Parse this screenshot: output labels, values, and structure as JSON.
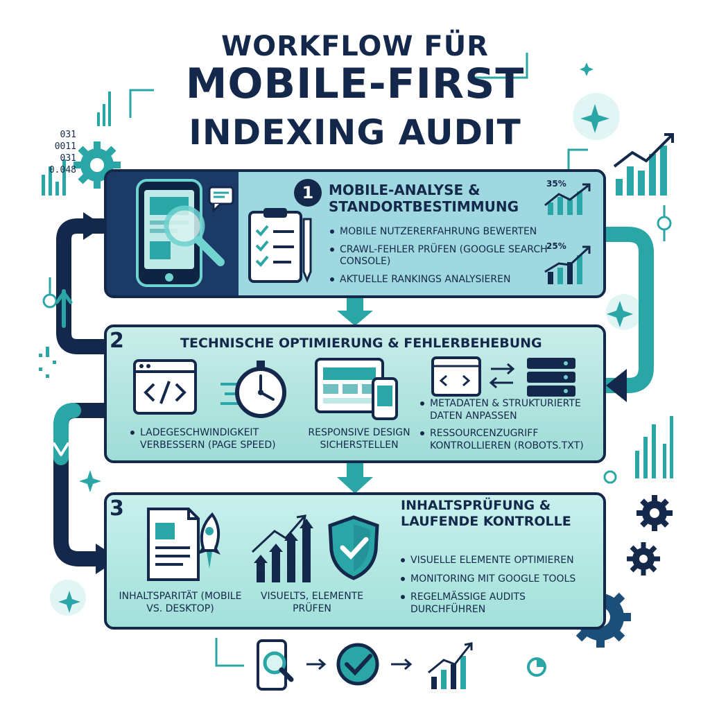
{
  "title": {
    "line1": "WORKFLOW FÜR",
    "line2": "MOBILE-FIRST",
    "line3": "INDEXING AUDIT"
  },
  "decor": {
    "binary": [
      "031",
      "0011",
      "031",
      "0.048"
    ]
  },
  "steps": [
    {
      "number": "1",
      "heading": "MOBILE-ANALYSE & STANDORTBESTIMMUNG",
      "bullets": [
        "MOBILE NUTZERERFAHRUNG BEWERTEN",
        "CRAWL-FEHLER PRÜFEN (GOOGLE SEARCH CONSOLE)",
        "AKTUELLE RANKINGS ANALYSIEREN"
      ],
      "chart_labels": [
        "35%",
        "25%"
      ]
    },
    {
      "number": "2",
      "heading": "TECHNISCHE OPTIMIERUNG & FEHLERBEHEBUNG",
      "items": [
        "LADEGESCHWINDIGKEIT VERBESSERN (PAGE SPEED)",
        "RESPONSIVE DESIGN SICHERSTELLEN",
        "METADATEN & STRUKTURIERTE DATEN ANPASSEN",
        "RESSOURCENZUGRIFF KONTROLLIEREN (ROBOTS.TXT)"
      ]
    },
    {
      "number": "3",
      "heading": "INHALTSPRÜFUNG & LAUFENDE KONTROLLE",
      "captions": [
        "INHALTSPARITÄT (MOBILE VS. DESKTOP)",
        "VISUELTS, ELEMENTE PRÜFEN"
      ],
      "bullets": [
        "VISUELLE ELEMENTE OPTIMIEREN",
        "MONITORING MIT GOOGLE TOOLS",
        "REGELMÄSSIGE AUDITS DURCHFÜHREN"
      ]
    }
  ],
  "colors": {
    "navy": "#13284a",
    "teal": "#2aa6a6",
    "mint": "#9fdcd7",
    "light": "#d9f4f1"
  }
}
